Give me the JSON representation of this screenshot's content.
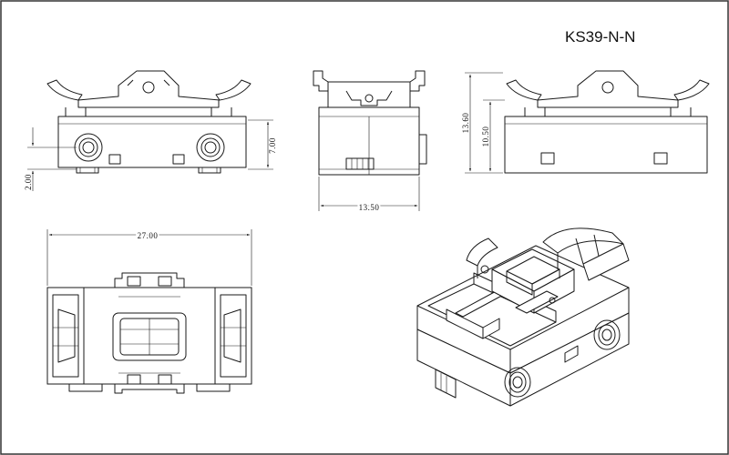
{
  "drawing": {
    "part_number": "KS39-N-N",
    "dimensions": {
      "front_height": "7.00",
      "front_bottom_offset": "2.00",
      "side_width": "13.50",
      "overall_height": "13.60",
      "body_height": "10.50",
      "overall_length": "27.00"
    }
  }
}
